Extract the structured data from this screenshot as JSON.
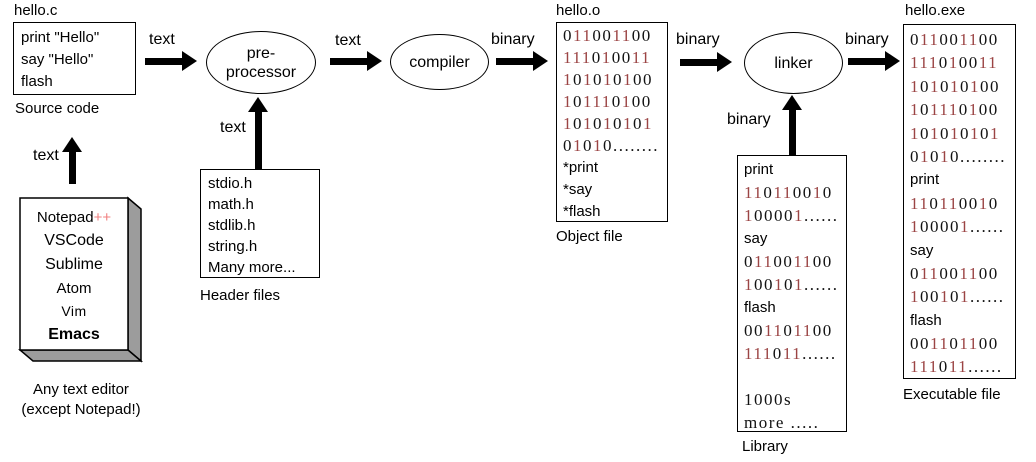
{
  "colors": {
    "ink": "#000000",
    "binary_one": "#9b4444",
    "plus": "#f08080",
    "box_side": "#9c9c9c",
    "background": "#ffffff"
  },
  "files": {
    "source": "hello.c",
    "object": "hello.o",
    "executable": "hello.exe"
  },
  "arrows": {
    "source_to_pre": "text",
    "pre_to_compiler": "text",
    "compiler_to_object": "binary",
    "object_to_linker": "binary",
    "linker_to_exe": "binary",
    "editors_to_source": "text",
    "headers_to_pre": "text",
    "library_to_linker": "binary"
  },
  "stages": {
    "preprocessor_line1": "pre-",
    "preprocessor_line2": "processor",
    "compiler": "compiler",
    "linker": "linker"
  },
  "source": {
    "lines": [
      "print \"Hello\"",
      "say \"Hello\"",
      "flash"
    ],
    "caption": "Source code"
  },
  "editors": {
    "notepad": "Notepad",
    "notepad_plus": "++",
    "vscode": "VSCode",
    "sublime": "Sublime",
    "atom": "Atom",
    "vim": "Vim",
    "emacs": "Emacs",
    "caption_line1": "Any text editor",
    "caption_line2": "(except Notepad!)"
  },
  "headers": {
    "lines": [
      "stdio.h",
      "math.h",
      "stdlib.h",
      "string.h",
      "Many more..."
    ],
    "caption": "Header files"
  },
  "object": {
    "lines": [
      "011001100",
      "111010011",
      "101010100",
      "101110100",
      "101010101",
      "01010........",
      "*print",
      "*say",
      "*flash"
    ],
    "caption": "Object file"
  },
  "library": {
    "lines": [
      "print",
      "110110010",
      "100001......",
      "say",
      "011001100",
      "100101......",
      "flash",
      "001101100",
      "111011......",
      "",
      "1000s",
      "more ....."
    ],
    "caption": "Library"
  },
  "executable": {
    "lines": [
      "011001100",
      "111010011",
      "101010100",
      "101110100",
      "101010101",
      "01010........",
      "print",
      "110110010",
      "100001......",
      "say",
      "011001100",
      "100101......",
      "flash",
      "001101100",
      "111011......"
    ],
    "caption": "Executable file"
  }
}
